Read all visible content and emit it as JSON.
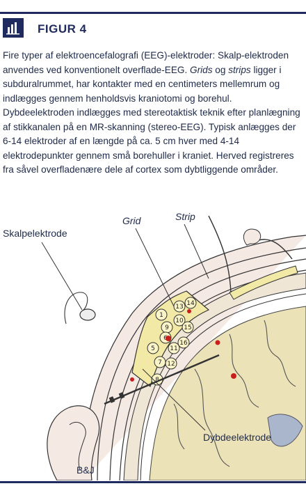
{
  "header": {
    "title": "FIGUR 4",
    "icon": "bar-chart-icon"
  },
  "caption": {
    "part1": "Fire typer af elektroencefalografi (EEG)-elektroder: Skalp-elektroden anvendes ved konventionelt overflade-EEG. ",
    "grids": "Grids",
    "og": " og ",
    "strips": "strips",
    "part2": " ligger i subduralrummet, har kontakter med en centimeters mellemrum og indlægges gennem henholdsvis kraniotomi og borehul. Dybdeelektroden indlægges med stereotaktisk teknik efter planlægning af stikkanalen på en MR-skanning (stereo-EEG). Typisk anlægges der 6-14 elektroder af en længde på ca. 5 cm hver med 4-14 elektrodepunkter gennem små borehuller i kraniet. Herved registreres fra såvel overfladenære dele af cortex som dybtliggende områder."
  },
  "labels": {
    "grid": "Grid",
    "strip": "Strip",
    "scalp": "Skalpelektrode",
    "depth": "Dybdeelektrode"
  },
  "grid_contacts": [
    "1",
    "5",
    "9",
    "13",
    "6",
    "10",
    "14",
    "7",
    "11",
    "15",
    "8",
    "12",
    "16"
  ],
  "signature": "B&J",
  "colors": {
    "accent": "#1f2a5e",
    "text": "#1f2a4a",
    "contact_fill": "#f3e9a6",
    "red": "#c81e1e"
  }
}
